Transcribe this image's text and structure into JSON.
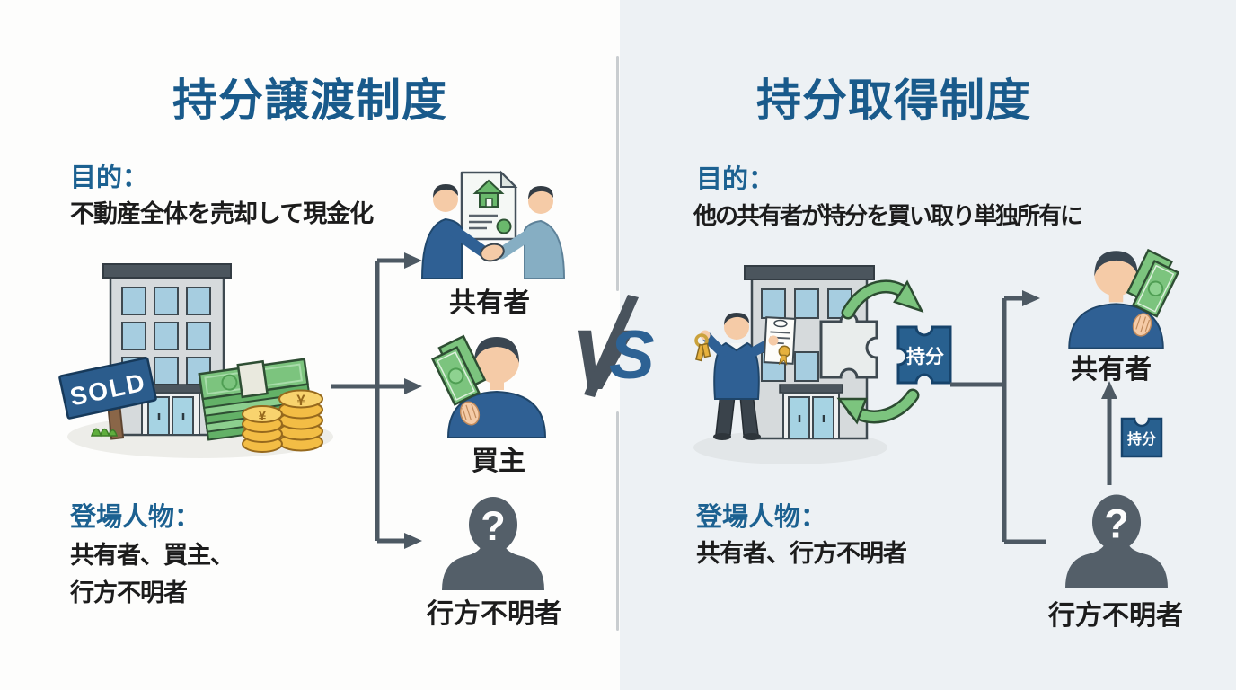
{
  "left_panel": {
    "title": "持分譲渡制度",
    "purpose_label": "目的：",
    "purpose_text": "不動産全体を売却して現金化",
    "actors_label": "登場人物：",
    "actors_line1": "共有者、買主、",
    "actors_line2": "行方不明者",
    "illustration": {
      "sold_sign": "SOLD",
      "coin_yen": "¥"
    },
    "figures": {
      "co_owner_label": "共有者",
      "buyer_label": "買主",
      "missing_label": "行方不明者",
      "missing_mark": "?"
    }
  },
  "vs_badge": {
    "v": "V",
    "s": "S"
  },
  "right_panel": {
    "title": "持分取得制度",
    "purpose_label": "目的：",
    "purpose_text": "他の共有者が持分を買い取り単独所有に",
    "actors_label": "登場人物：",
    "actors_line1": "共有者、行方不明者",
    "illustration": {
      "share_puzzle_label": "持分"
    },
    "transfer": {
      "small_puzzle_label": "持分"
    },
    "figures": {
      "co_owner_label": "共有者",
      "missing_label": "行方不明者",
      "missing_mark": "?"
    }
  },
  "colors": {
    "title_blue": "#195a8b",
    "label_blue": "#1c6191",
    "text_black": "#1c1c1c",
    "connector_gray": "#4d5963",
    "silhouette_gray": "#545f69",
    "person_blue": "#2f6094",
    "person_blue_light": "#86aec3",
    "money_green": "#7cc47e",
    "coin_gold": "#f3bd45",
    "puzzle_blue": "#28608f",
    "cycle_arrow_green": "#7cc47e",
    "left_background": "#fdfdfc",
    "right_background": "#edf1f4"
  }
}
